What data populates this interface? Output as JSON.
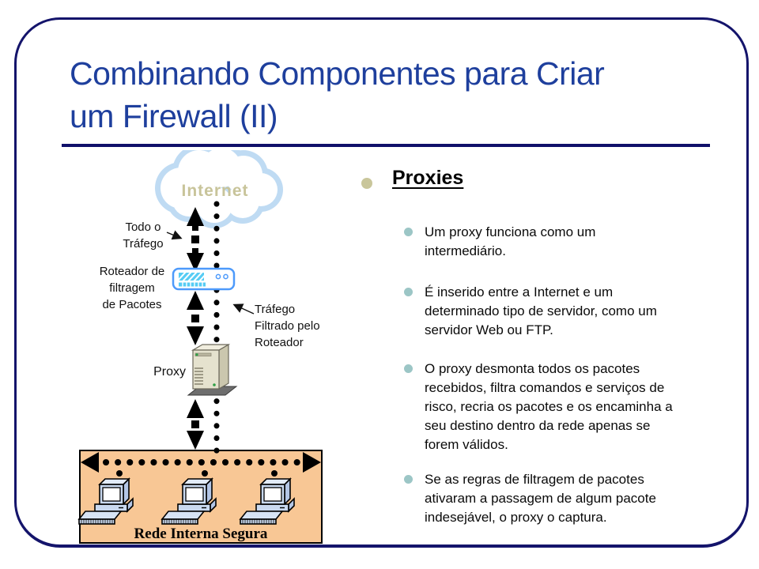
{
  "slide": {
    "title": "Combinando Componentes para Criar\num Firewall (II)",
    "colors": {
      "border_navy": "#14146B",
      "title_blue": "#1E3F9D",
      "cloud_outline": "#BFDBF3",
      "internet_label_tan": "#C8C49A",
      "main_bullet": "#C9C69B",
      "sub_bullet": "#9CC6C6",
      "network_box_fill": "#F8C795",
      "router_blue": "#4D9AFB",
      "router_cyan": "#56CCF4"
    }
  },
  "diagram": {
    "internet_label": "Internet",
    "todo_trafego_label": "Todo o\nTráfego",
    "roteador_label": "Roteador de\nfiltragem\nde Pacotes",
    "trafego_filtrado_label": "Tráfego\nFiltrado pelo\nRoteador",
    "proxy_label": "Proxy",
    "rede_interna_label": "Rede Interna Segura"
  },
  "content": {
    "heading": "Proxies",
    "bullets": [
      {
        "text": "Um proxy funciona como um\nintermediário."
      },
      {
        "text": "É inserido entre a Internet e um\ndeterminado tipo de servidor, como um\nservidor Web ou FTP."
      },
      {
        "text": "O proxy desmonta todos os pacotes\nrecebidos, filtra comandos e serviços de\nrisco, recria os pacotes e os encaminha a\nseu destino dentro da rede apenas se\nforem válidos."
      },
      {
        "text": "Se as regras de filtragem de pacotes\nativaram a passagem de algum pacote\nindesejável, o proxy o captura."
      }
    ]
  }
}
